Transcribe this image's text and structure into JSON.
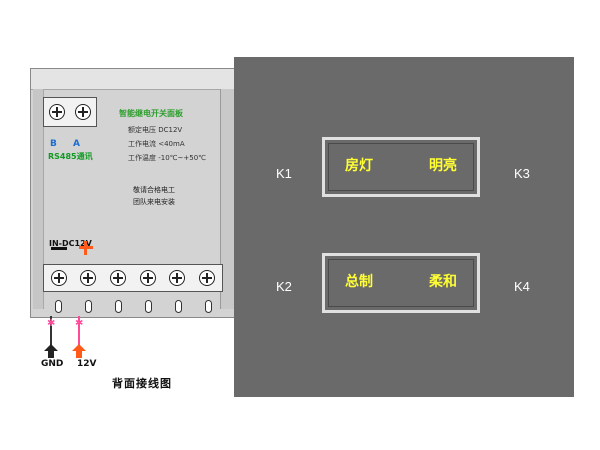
{
  "device": {
    "terminal_labels": {
      "b": "B",
      "a": "A",
      "bus": "RS485通讯"
    },
    "info": {
      "title": "智能继电开关面板",
      "lines": [
        "额定电压 DC12V",
        "工作电流 <40mA",
        "工作温度 -10℃~+50℃"
      ],
      "notes": [
        "敬请合格电工",
        "团队来电安装"
      ]
    },
    "dc_label": "IN-DC12V",
    "power": {
      "gnd": "GND",
      "v12": "12V"
    }
  },
  "caption": "背面接线图",
  "panel": {
    "keys": [
      {
        "left": "房灯",
        "right": "明亮",
        "k_left": "K1",
        "k_right": "K3"
      },
      {
        "left": "总制",
        "right": "柔和",
        "k_left": "K2",
        "k_right": "K4"
      }
    ]
  },
  "colors": {
    "panel_bg": "#6a6a6a",
    "key_text": "#ffff33",
    "info_title": "#2d9e2d",
    "plus": "#ff5a1a",
    "wire_12v": "#ff4a9a"
  }
}
